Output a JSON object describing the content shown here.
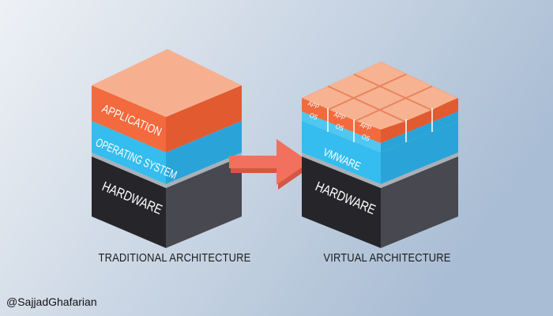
{
  "traditional": {
    "layers": [
      "APPLICATION",
      "OPERATING SYSTEM",
      "HARDWARE"
    ],
    "caption": "TRADITIONAL ARCHITECTURE"
  },
  "virtual": {
    "app_label": "APP",
    "os_label": "OS",
    "hypervisor_label": "VMWARE",
    "hardware_label": "HARDWARE",
    "caption": "VIRTUAL ARCHITECTURE"
  },
  "credit": "@SajjadGhafarian",
  "colors": {
    "app_front": "#f26a3d",
    "app_top": "#f7b08f",
    "os_front": "#35bfee",
    "hardware_front": "#2b2b2f",
    "hardware_side": "#4a4a52",
    "arrow": "#f2705e"
  }
}
